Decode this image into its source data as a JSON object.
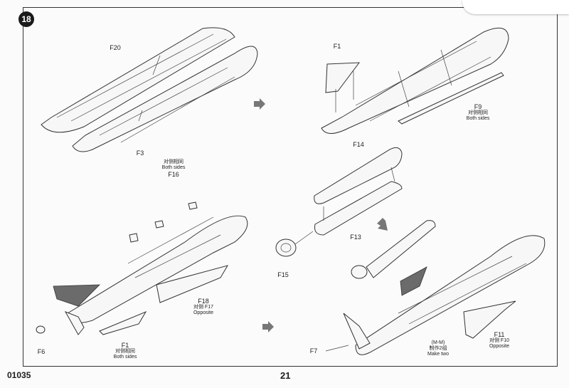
{
  "step": "18",
  "footer": {
    "code": "01035",
    "page": "21"
  },
  "labels": {
    "f20": "F20",
    "f3": "F3",
    "f1_top": "F1",
    "f9": "F9",
    "f9_cn": "对侧相同",
    "f9_note": "Both sides",
    "f16_cn": "对侧相同",
    "f16_note": "Both sides",
    "f16": "F16",
    "f14": "F14",
    "f13": "F13",
    "f15": "F15",
    "f18": "F18",
    "f18_cn": "对侧 F17",
    "f18_note": "Opposite",
    "f1_bottom": "F1",
    "f1_cn": "对侧相同",
    "f1_note": "Both sides",
    "f6": "F6",
    "f7": "F7",
    "mm": "(M-M)",
    "make_two_cn": "制作2组",
    "make_two": "Make two",
    "f11": "F11",
    "f11_cn": "对侧 F10",
    "f11_note": "Opposite"
  }
}
